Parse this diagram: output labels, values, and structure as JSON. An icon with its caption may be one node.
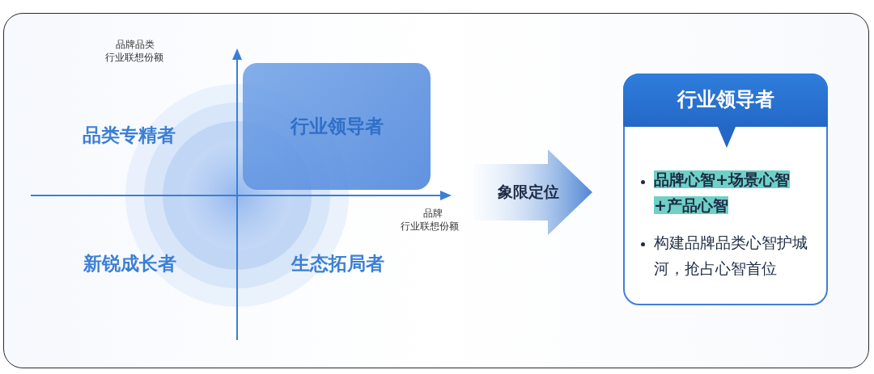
{
  "diagram": {
    "nodes": [
      {
        "text": [
          "行业领导者"
        ]
      },
      {
        "text": [
          "象限定位"
        ]
      },
      {
        "text": [
          "行业领导者",
          "品牌心智+场景心智+产品心智",
          "构建品牌品类心智护城河，抢占心智首位"
        ]
      }
    ],
    "labels": [
      "品牌品类",
      "行业联想份额",
      "品类专精者",
      "新锐成长者",
      "生态拓局者",
      "品牌",
      "行业联想份额"
    ]
  }
}
